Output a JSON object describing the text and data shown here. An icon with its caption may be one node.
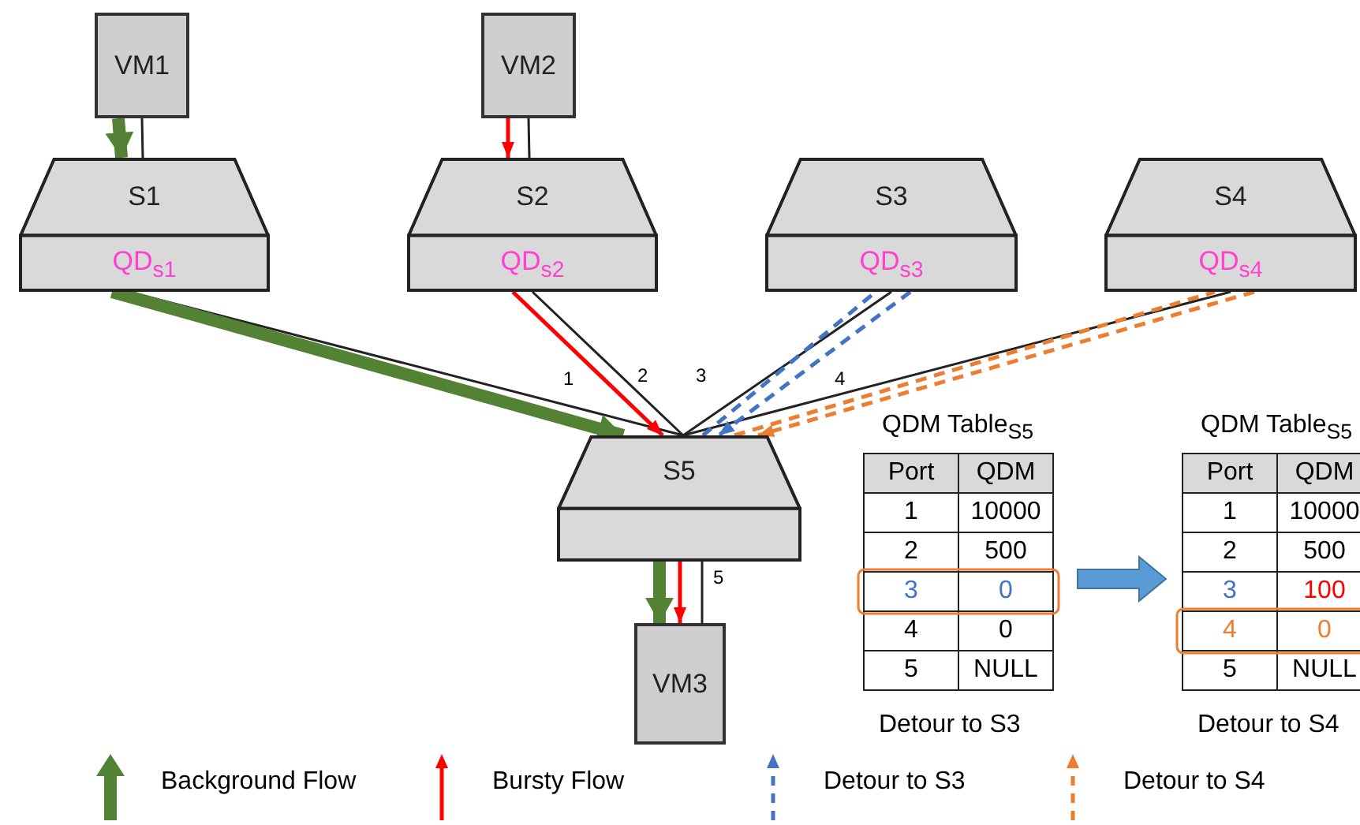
{
  "diagram": {
    "nodes": [
      {
        "text": [
          "VM1"
        ]
      },
      {
        "text": [
          "S1",
          "QD$_{s1}$"
        ]
      },
      {
        "text": [
          "VM2"
        ]
      },
      {
        "text": [
          "S2",
          "QD$_{s2}$"
        ]
      },
      {
        "text": [
          "S3",
          "QD$_{s3}$"
        ]
      },
      {
        "text": [
          "S4",
          "QD$_{s4}$"
        ]
      },
      {
        "text": [
          "S5"
        ]
      },
      {
        "text": [
          "VM3"
        ]
      }
    ],
    "edges": [
      {
        "from": 0,
        "to": 1,
        "arrow": "none"
      },
      {
        "from": 2,
        "to": 3,
        "arrow": "none"
      },
      {
        "from": 1,
        "to": 6,
        "arrow": "none",
        "label": "1"
      },
      {
        "from": 3,
        "to": 6,
        "arrow": "none",
        "label": "2"
      },
      {
        "from": 4,
        "to": 6,
        "arrow": "none",
        "label": "3"
      },
      {
        "from": 5,
        "to": 6,
        "arrow": "none",
        "label": "4"
      },
      {
        "from": 6,
        "to": 7,
        "arrow": "none",
        "label": "5"
      },
      {
        "from": 0,
        "to": 1,
        "arrow": "to",
        "style": "thick",
        "color": "#548235"
      },
      {
        "from": 1,
        "to": 6,
        "arrow": "to",
        "style": "thick",
        "color": "#548235"
      },
      {
        "from": 6,
        "to": 7,
        "arrow": "to",
        "style": "thick",
        "color": "#548235"
      },
      {
        "from": 2,
        "to": 3,
        "arrow": "to",
        "color": "#ff0000"
      },
      {
        "from": 3,
        "to": 6,
        "arrow": "to",
        "color": "#ff0000"
      },
      {
        "from": 6,
        "to": 7,
        "arrow": "to",
        "color": "#ff0000"
      },
      {
        "from": 6,
        "to": 4,
        "arrow": "none",
        "style": "dashed",
        "color": "#4472c4"
      },
      {
        "from": 4,
        "to": 6,
        "arrow": "to",
        "style": "dashed",
        "color": "#4472c4"
      },
      {
        "from": 6,
        "to": 5,
        "arrow": "none",
        "style": "dashed",
        "color": "#ed7d31"
      },
      {
        "from": 5,
        "to": 6,
        "arrow": "to",
        "style": "dashed",
        "color": "#ed7d31"
      }
    ],
    "labels": [
      "QDM Table$_{S5}$",
      "Port",
      "QDM",
      "1",
      "10000",
      "2",
      "500",
      "3",
      "0",
      "4",
      "0",
      "5",
      "NULL",
      "Detour to S3",
      "QDM Table$_{S5}$",
      "Port",
      "QDM",
      "1",
      "10000",
      "2",
      "500",
      "3",
      "100",
      "4",
      "0",
      "5",
      "NULL",
      "Detour to S4"
    ],
    "legend": [
      {
        "text": "Background Flow"
      },
      {
        "text": "Bursty Flow"
      },
      {
        "text": "Detour to S3"
      },
      {
        "text": "Detour to S4"
      }
    ]
  }
}
